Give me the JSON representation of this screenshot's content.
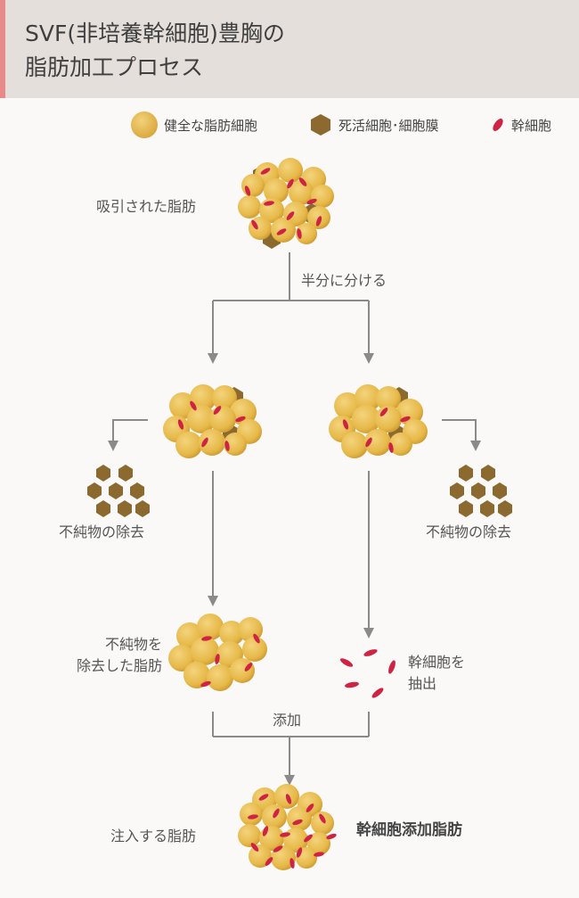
{
  "header": {
    "line1": "SVF(非培養幹細胞)豊胸の",
    "line2": "脂肪加工プロセス"
  },
  "legend": {
    "healthy": "健全な脂肪細胞",
    "dead": "死活細胞･細胞膜",
    "stem": "幹細胞"
  },
  "labels": {
    "harvested": "吸引された脂肪",
    "split": "半分に分ける",
    "impurity_left": "不純物の除去",
    "impurity_right": "不純物の除去",
    "purified_l1": "不純物を",
    "purified_l2": "除去した脂肪",
    "stem_l1": "幹細胞を",
    "stem_l2": "抽出",
    "add": "添加",
    "inject": "注入する脂肪",
    "result": "幹細胞添加脂肪"
  },
  "colors": {
    "fat": "#e9be4d",
    "dead": "#8c6a2f",
    "stem": "#cf2344",
    "arrow": "#8a8a8a",
    "accent": "#e88a8a"
  }
}
